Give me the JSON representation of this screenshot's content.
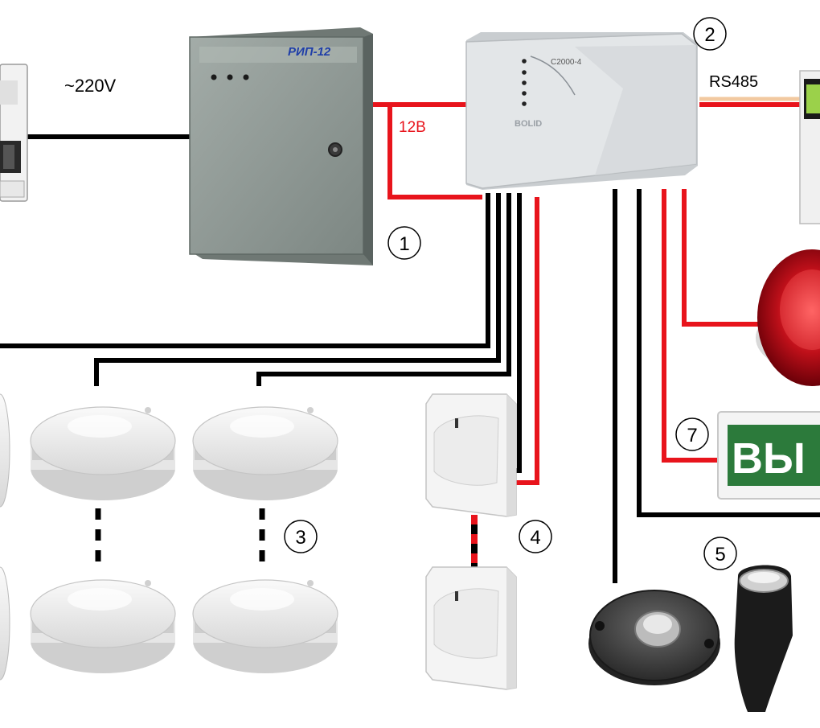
{
  "labels": {
    "voltage_ac": "~220V",
    "voltage_dc": "12В",
    "bus": "RS485",
    "psu_brand": "РИП-12",
    "controller_model": "С2000-4",
    "controller_brand": "BOLID",
    "exit_sign_text": "ВЫ"
  },
  "callouts": [
    "1",
    "2",
    "3",
    "4",
    "5",
    "7"
  ],
  "colors": {
    "power_wire": "#e8141c",
    "signal_wire": "#000000",
    "bus_wire_top": "#f2c9a0",
    "psu_body": "#8e9894",
    "controller_body": "#e3e6e8",
    "sign_green": "#2c7a3b"
  }
}
